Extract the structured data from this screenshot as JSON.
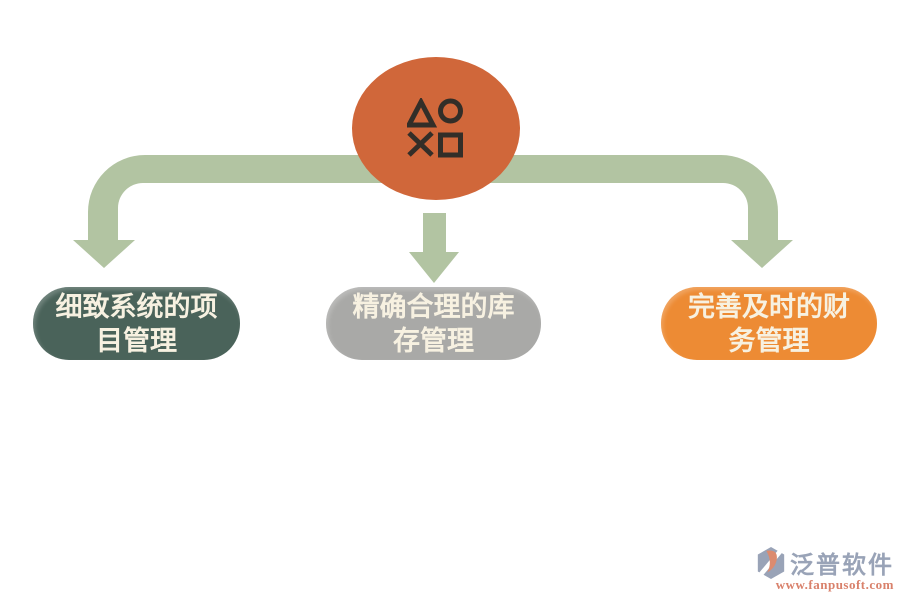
{
  "colors": {
    "background": "#ffffff",
    "ellipse": "#D0673A",
    "arrow": "#B2C4A2",
    "node1": "#4A635A",
    "node2": "#A9A9A7",
    "node3": "#ED8B34",
    "node_text": "#F7F1E1",
    "icon_stroke": "#332E28",
    "logo_blue": "#99A3B7",
    "logo_salmon": "#DC8B6F",
    "logo_url": "#D9816B"
  },
  "hub": {
    "icon": "game-shapes-icon"
  },
  "nodes": [
    {
      "label": "细致系统的项目管理",
      "color": "#4A635A"
    },
    {
      "label": "精确合理的库存管理",
      "color": "#A9A9A7"
    },
    {
      "label": "完善及时的财务管理",
      "color": "#ED8B34"
    }
  ],
  "branding": {
    "name": "泛普软件",
    "url": "www.fanpusoft.com"
  }
}
